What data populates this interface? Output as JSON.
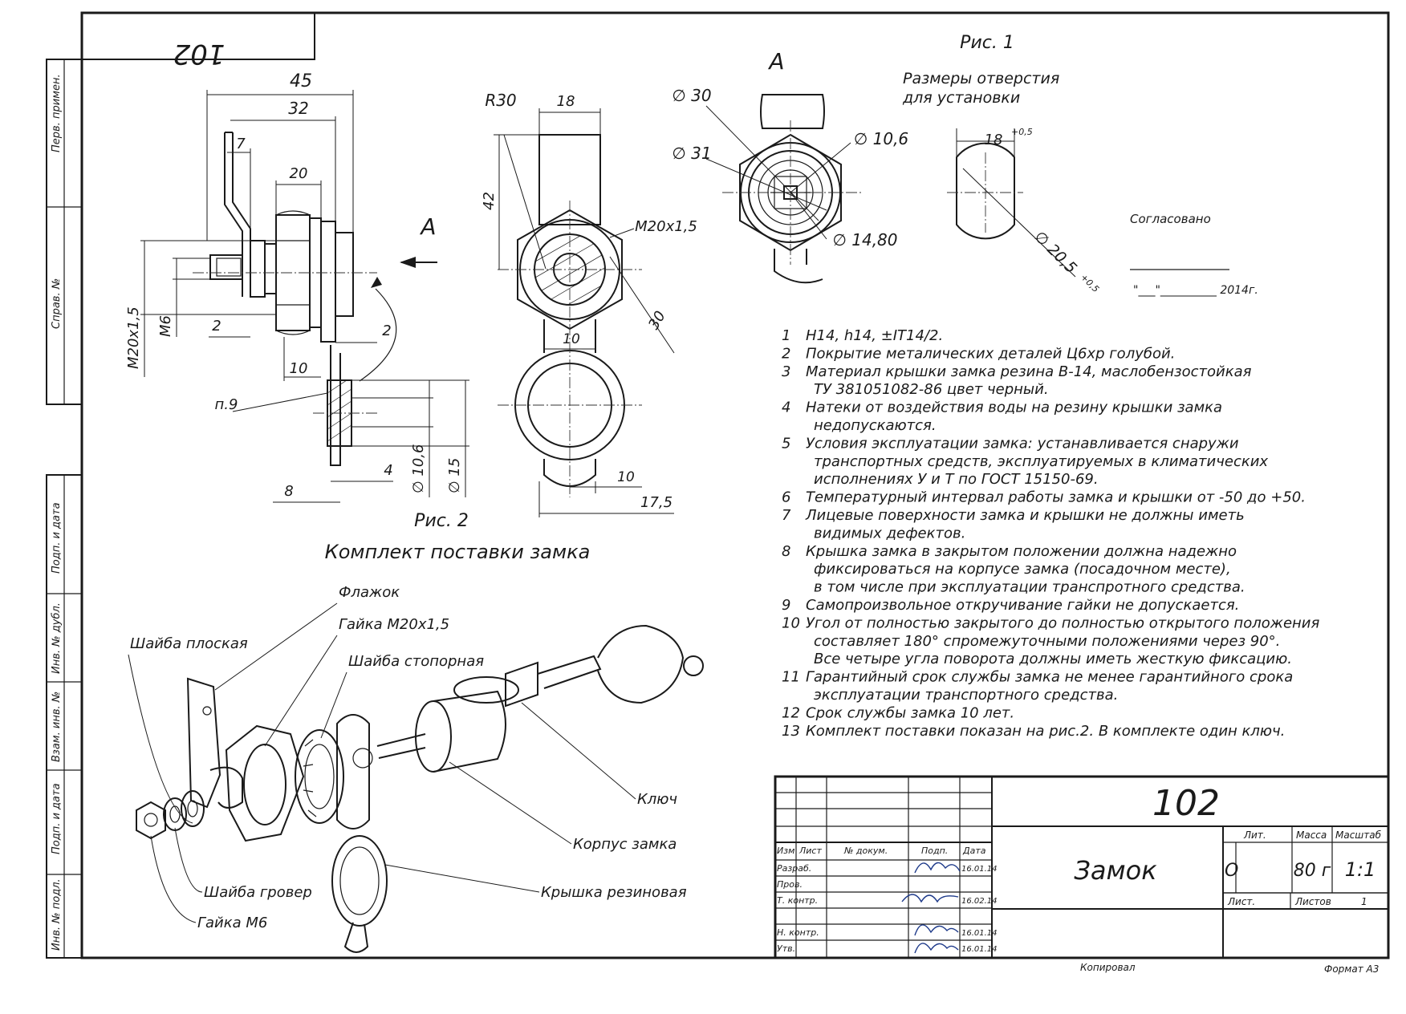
{
  "stamp_top": "102",
  "side_labels": [
    "Перв. примен.",
    "Справ. №",
    "Подп. и дата",
    "Инв. № дубл.",
    "Взам. инв. №",
    "Подп. и дата",
    "Инв. № подл."
  ],
  "view_a": {
    "title": "Рис. 1",
    "letter": "A",
    "letter_arrow": "A",
    "hole_title_1": "Размеры отверстия",
    "hole_title_2": "для установки"
  },
  "dims_side": {
    "d45": "45",
    "d32": "32",
    "d7": "7",
    "d20": "20",
    "m20": "M20x1,5",
    "m6": "M6",
    "d2a": "2",
    "d2b": "2",
    "d10": "10",
    "p9": "п.9",
    "d106": "∅ 10,6",
    "d15": "∅ 15",
    "d4": "4",
    "d8": "8"
  },
  "dims_front": {
    "r30": "R30",
    "d18": "18",
    "d42": "42",
    "m20": "M20x1,5",
    "d30": "30",
    "d10a": "10",
    "d10b": "10",
    "d175": "17,5"
  },
  "dims_a": {
    "d30": "∅ 30",
    "d31": "∅ 31",
    "d106": "∅ 10,6",
    "d148": "∅ 14,80"
  },
  "dims_hole": {
    "d18": "18",
    "tol18": "+0,5",
    "d205": "∅ 20,5",
    "tol205": "+0,5"
  },
  "approval": {
    "label": "Согласовано",
    "date_line": "\"___\"__________ 2014г."
  },
  "fig2": {
    "title": "Рис. 2",
    "subtitle": "Комплект поставки замка"
  },
  "parts": {
    "flag": "Флажок",
    "nut_m20": "Гайка М20х1,5",
    "washer_flat": "Шайба плоская",
    "washer_lock": "Шайба стопорная",
    "key": "Ключ",
    "body": "Корпус замка",
    "cap": "Крышка резиновая",
    "grover": "Шайба гровер",
    "nut_m6": "Гайка М6"
  },
  "notes": [
    {
      "n": "1",
      "lines": [
        "H14, h14, ±IT14/2."
      ]
    },
    {
      "n": "2",
      "lines": [
        "Покрытие металических деталей Ц6хр голубой."
      ]
    },
    {
      "n": "3",
      "lines": [
        "Материал крышки замка резина В-14, маслобензостойкая",
        "ТУ 381051082-86 цвет черный."
      ]
    },
    {
      "n": "4",
      "lines": [
        "Натеки от воздействия воды на резину крышки замка",
        "недопускаются."
      ]
    },
    {
      "n": "5",
      "lines": [
        "Условия эксплуатации замка: устанавливается снаружи",
        "транспортных средств, эксплуатируемых в климатических",
        "исполнениях У и Т по ГОСТ 15150-69."
      ]
    },
    {
      "n": "6",
      "lines": [
        "Температурный интервал работы замка и крышки от -50 до +50."
      ]
    },
    {
      "n": "7",
      "lines": [
        "Лицевые поверхности замка и крышки не должны иметь",
        "видимых дефектов."
      ]
    },
    {
      "n": "8",
      "lines": [
        "Крышка замка в закрытом положении должна надежно",
        "фиксироваться на корпусе замка (посадочном месте),",
        "в том числе при эксплуатации транспротного средства."
      ]
    },
    {
      "n": "9",
      "lines": [
        "Самопроизвольное откручивание гайки не допускается."
      ]
    },
    {
      "n": "10",
      "lines": [
        "Угол от полностью закрытого до полностью открытого положения",
        "составляет 180° спромежуточными положениями через 90°.",
        "Все четыре угла поворота должны иметь жесткую фиксацию."
      ]
    },
    {
      "n": "11",
      "lines": [
        "Гарантийный срок службы замка не менее гарантийного срока",
        "эксплуатации транспортного средства."
      ]
    },
    {
      "n": "12",
      "lines": [
        "Срок службы замка 10 лет."
      ]
    },
    {
      "n": "13",
      "lines": [
        "Комплект поставки показан на рис.2. В комплекте один ключ."
      ]
    }
  ],
  "title_block": {
    "designation": "102",
    "name": "Замок",
    "h_izm": "Изм",
    "h_list": "Лист",
    "h_doc": "№ докум.",
    "h_sign": "Подп.",
    "h_date": "Дата",
    "row_razrab": "Разраб.",
    "row_prov": "Пров.",
    "row_tkontr": "Т. контр.",
    "row_nkontr": "Н. контр.",
    "row_utv": "Утв.",
    "date_razrab": "16.01.14",
    "date_tkontr": "16.02.14",
    "date_nkontr": "16.01.14",
    "date_utv": "16.01.14",
    "h_lit": "Лит.",
    "h_mass": "Масса",
    "h_scale": "Масштаб",
    "lit": "О",
    "mass": "80 г",
    "scale": "1:1",
    "sheet_label": "Лист.",
    "sheets_label": "Листов",
    "sheets": "1",
    "copied": "Копировал",
    "format": "Формат А3"
  },
  "colors": {
    "ink": "#1a1a1a",
    "signature": "#1e3a8a"
  }
}
